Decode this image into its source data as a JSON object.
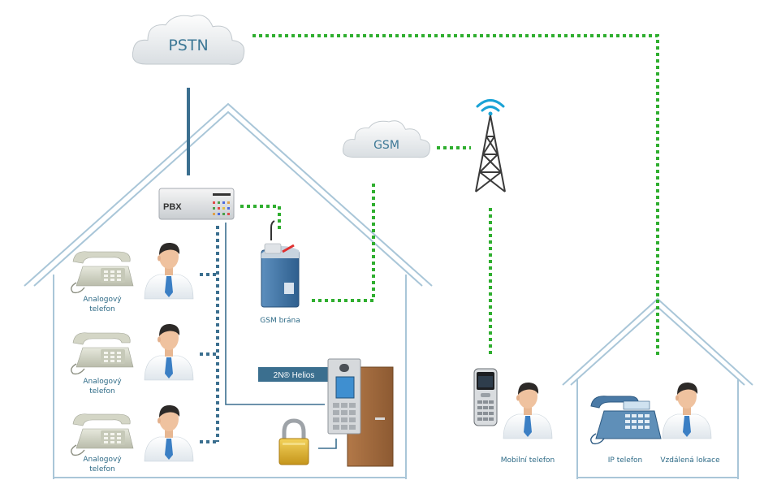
{
  "clouds": {
    "pstn": "PSTN",
    "gsm": "GSM"
  },
  "pbx": {
    "label": "PBX"
  },
  "gsm_gateway": {
    "label": "GSM brána"
  },
  "intercom": {
    "label": "2N® Helios"
  },
  "analog_phones": [
    {
      "line1": "Analogový",
      "line2": "telefon"
    },
    {
      "line1": "Analogový",
      "line2": "telefon"
    },
    {
      "line1": "Analogový",
      "line2": "telefon"
    }
  ],
  "mobile": {
    "label": "Mobilní telefon"
  },
  "remote": {
    "ip_phone_label": "IP telefon",
    "location_label": "Vzdálená lokace"
  },
  "colors": {
    "green_link": "#2fae2f",
    "blue_link": "#3b6f8f",
    "house_outline": "#a9c6d8"
  }
}
